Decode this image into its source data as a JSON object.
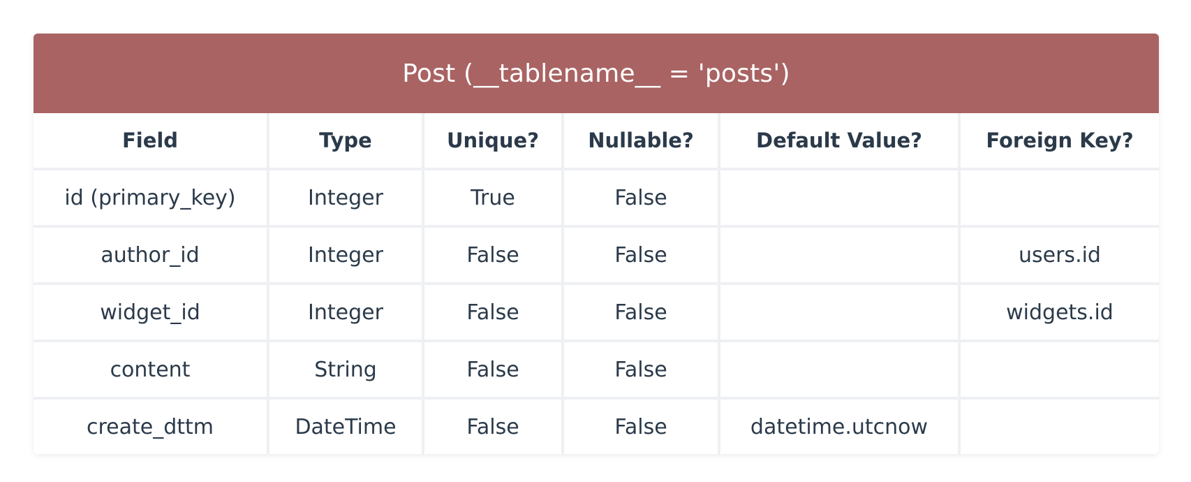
{
  "title": "Post (__tablename__ = 'posts')",
  "columns": [
    "Field",
    "Type",
    "Unique?",
    "Nullable?",
    "Default Value?",
    "Foreign Key?"
  ],
  "rows": [
    [
      "id (primary_key)",
      "Integer",
      "True",
      "False",
      "",
      ""
    ],
    [
      "author_id",
      "Integer",
      "False",
      "False",
      "",
      "users.id"
    ],
    [
      "widget_id",
      "Integer",
      "False",
      "False",
      "",
      "widgets.id"
    ],
    [
      "content",
      "String",
      "False",
      "False",
      "",
      ""
    ],
    [
      "create_dttm",
      "DateTime",
      "False",
      "False",
      "datetime.utcnow",
      ""
    ]
  ],
  "colors": {
    "header_bg": "#a96363",
    "header_text": "#ffffff",
    "text": "#2b3a4a",
    "grid": "#eef0f3"
  }
}
